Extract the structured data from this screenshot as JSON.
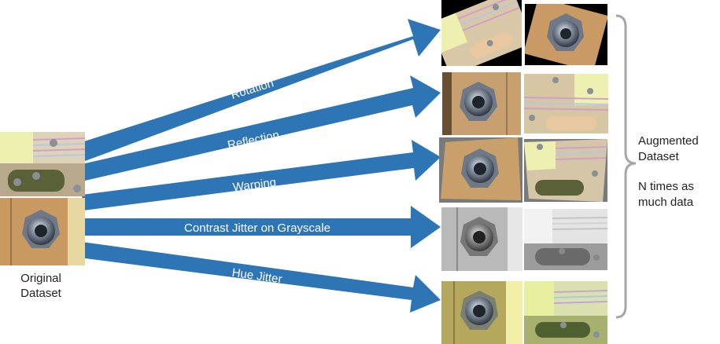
{
  "original": {
    "label_line1": "Original",
    "label_line2": "Dataset",
    "images": [
      "original-nut-sheet",
      "original-nut-closeup"
    ]
  },
  "arrows": [
    {
      "label": "Rotation",
      "color": "#2e75b6"
    },
    {
      "label": "Reflection",
      "color": "#2e75b6"
    },
    {
      "label": "Warping",
      "color": "#2e75b6"
    },
    {
      "label": "Contrast Jitter on Grayscale",
      "color": "#2e75b6"
    },
    {
      "label": "Hue Jitter",
      "color": "#2e75b6"
    }
  ],
  "augmented": {
    "label_line1": "Augmented",
    "label_line2": "Dataset",
    "note_line1": "N times as",
    "note_line2": "much data",
    "bracket_color": "#a6a6a6",
    "rows": [
      {
        "name": "rotation",
        "images": [
          "rotated-sheet",
          "rotated-nut"
        ]
      },
      {
        "name": "reflection",
        "images": [
          "reflected-nut",
          "reflected-sheet"
        ]
      },
      {
        "name": "warping",
        "images": [
          "warped-nut",
          "warped-sheet"
        ]
      },
      {
        "name": "contrast-jitter",
        "images": [
          "grayscale-nut",
          "grayscale-sheet"
        ]
      },
      {
        "name": "hue-jitter",
        "images": [
          "hue-nut",
          "hue-sheet"
        ]
      }
    ]
  }
}
